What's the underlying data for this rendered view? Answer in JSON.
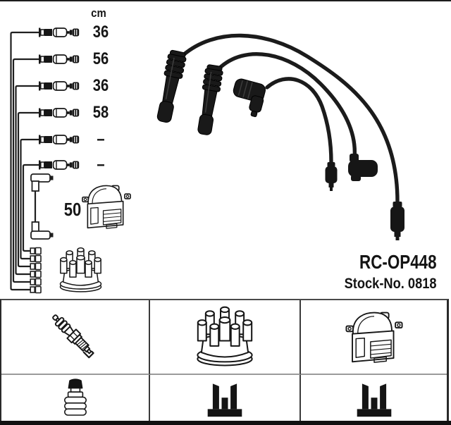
{
  "colors": {
    "ink": "#1a1a1a",
    "background": "#ffffff"
  },
  "diagram": {
    "unit_label": "cm",
    "cable_lengths": [
      "36",
      "56",
      "36",
      "58",
      "–",
      "–"
    ],
    "coil_wire_length": "50"
  },
  "product": {
    "part_number": "RC-OP448",
    "stock_label": "Stock-No.",
    "stock_number": "0818"
  },
  "legend": {
    "icons": [
      "spark-plug",
      "distributor-cap",
      "ignition-coil",
      "terminal-nut",
      "terminal-socket",
      "terminal-socket"
    ]
  }
}
